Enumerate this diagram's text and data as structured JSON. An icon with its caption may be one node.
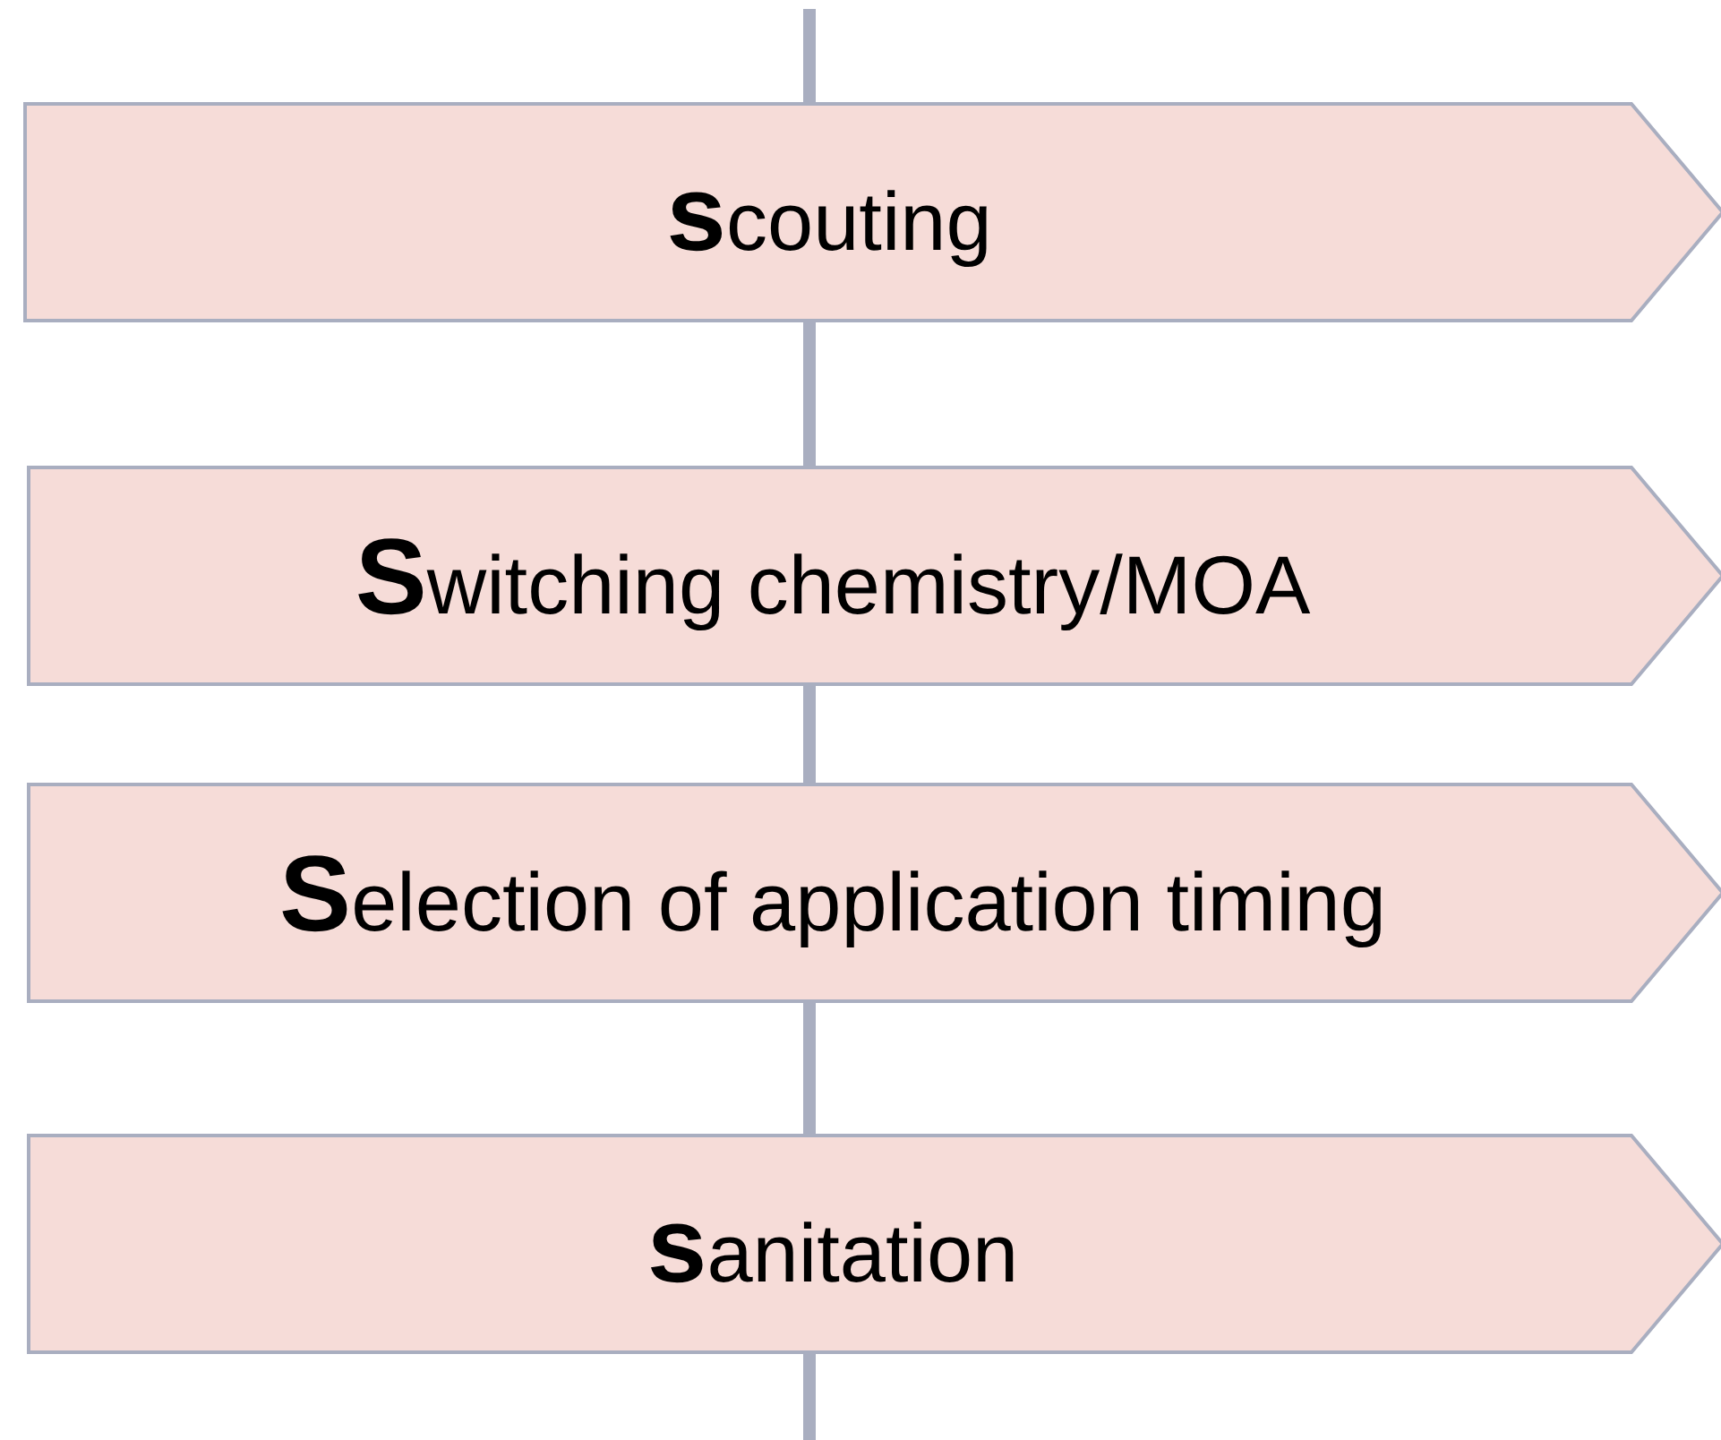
{
  "diagram": {
    "nodes": [
      {
        "text": [
          "**s**couting"
        ]
      },
      {
        "text": [
          "**S**witching chemistry/MOA"
        ]
      },
      {
        "text": [
          "**S**election of application timing"
        ]
      },
      {
        "text": [
          "**s**anitation"
        ]
      }
    ],
    "edges": [
      {
        "from": null,
        "to": 0,
        "arrow": "none"
      },
      {
        "from": 0,
        "to": 1,
        "arrow": "none"
      },
      {
        "from": 1,
        "to": 2,
        "arrow": "none"
      },
      {
        "from": 2,
        "to": 3,
        "arrow": "none"
      },
      {
        "from": 3,
        "to": null,
        "arrow": "none"
      }
    ]
  }
}
